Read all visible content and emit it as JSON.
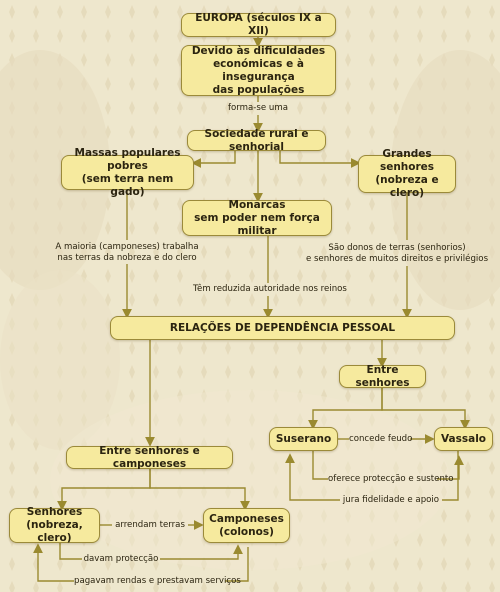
{
  "boxes": {
    "europa": "EUROPA (séculos IX a XII)",
    "devido": "Devido às dificuldades\neconómicas e à insegurança\ndas populações",
    "sociedade": "Sociedade rural e senhorial",
    "massas": "Massas populares pobres\n(sem terra nem gado)",
    "grandes": "Grandes senhores\n(nobreza e clero)",
    "monarcas": "Monarcas\nsem poder nem força militar",
    "relacoes": "RELAÇÕES DE DEPENDÊNCIA PESSOAL",
    "entre_senhores": "Entre senhores",
    "suserano": "Suserano",
    "vassalo": "Vassalo",
    "entre_camponeses": "Entre senhores e camponeses",
    "senhores": "Senhores\n(nobreza, clero)",
    "camponeses": "Camponeses\n(colonos)"
  },
  "labels": {
    "forma": "forma-se uma",
    "maioria": "A maioria (camponeses) trabalha\nnas terras da nobreza e do clero",
    "donos": "São donos de terras (senhorios)\ne senhores de muitos direitos e privilégios",
    "reduzida": "Têm reduzida autoridade nos reinos",
    "concede": "concede feudo",
    "oferece": "oferece protecção e sustento",
    "jura": "jura fidelidade e apoio",
    "arrendam": "arrendam terras",
    "davam": "davam protecção",
    "pagavam": "pagavam rendas e prestavam serviços"
  },
  "colors": {
    "box_fill": "#f6ea9e",
    "box_border": "#9b8a3a",
    "line": "#9a8a30",
    "background": "#efe7cf"
  }
}
